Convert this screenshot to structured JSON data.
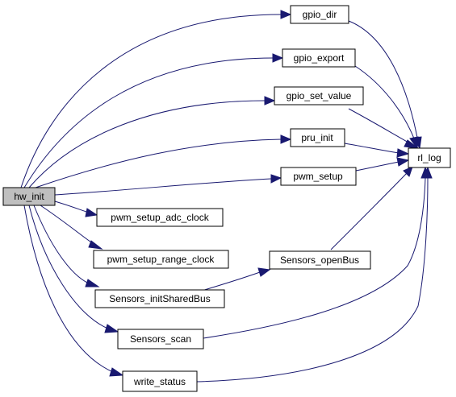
{
  "graph": {
    "colors": {
      "edge": "#191970",
      "node_fill": "#ffffff",
      "highlight_fill": "#bfbfbf",
      "border": "#000000"
    },
    "nodes": {
      "hw_init": "hw_init",
      "gpio_dir": "gpio_dir",
      "gpio_export": "gpio_export",
      "gpio_set_value": "gpio_set_value",
      "pru_init": "pru_init",
      "pwm_setup": "pwm_setup",
      "pwm_setup_adc_clock": "pwm_setup_adc_clock",
      "pwm_setup_range_clock": "pwm_setup_range_clock",
      "Sensors_initSharedBus": "Sensors_initSharedBus",
      "Sensors_openBus": "Sensors_openBus",
      "Sensors_scan": "Sensors_scan",
      "write_status": "write_status",
      "rl_log": "rl_log"
    },
    "edges": [
      [
        "hw_init",
        "gpio_dir"
      ],
      [
        "hw_init",
        "gpio_export"
      ],
      [
        "hw_init",
        "gpio_set_value"
      ],
      [
        "hw_init",
        "pru_init"
      ],
      [
        "hw_init",
        "pwm_setup"
      ],
      [
        "hw_init",
        "pwm_setup_adc_clock"
      ],
      [
        "hw_init",
        "pwm_setup_range_clock"
      ],
      [
        "hw_init",
        "Sensors_initSharedBus"
      ],
      [
        "hw_init",
        "Sensors_scan"
      ],
      [
        "hw_init",
        "write_status"
      ],
      [
        "gpio_dir",
        "rl_log"
      ],
      [
        "gpio_export",
        "rl_log"
      ],
      [
        "gpio_set_value",
        "rl_log"
      ],
      [
        "pru_init",
        "rl_log"
      ],
      [
        "pwm_setup",
        "rl_log"
      ],
      [
        "Sensors_initSharedBus",
        "Sensors_openBus"
      ],
      [
        "Sensors_openBus",
        "rl_log"
      ],
      [
        "Sensors_scan",
        "rl_log"
      ],
      [
        "write_status",
        "rl_log"
      ]
    ]
  }
}
